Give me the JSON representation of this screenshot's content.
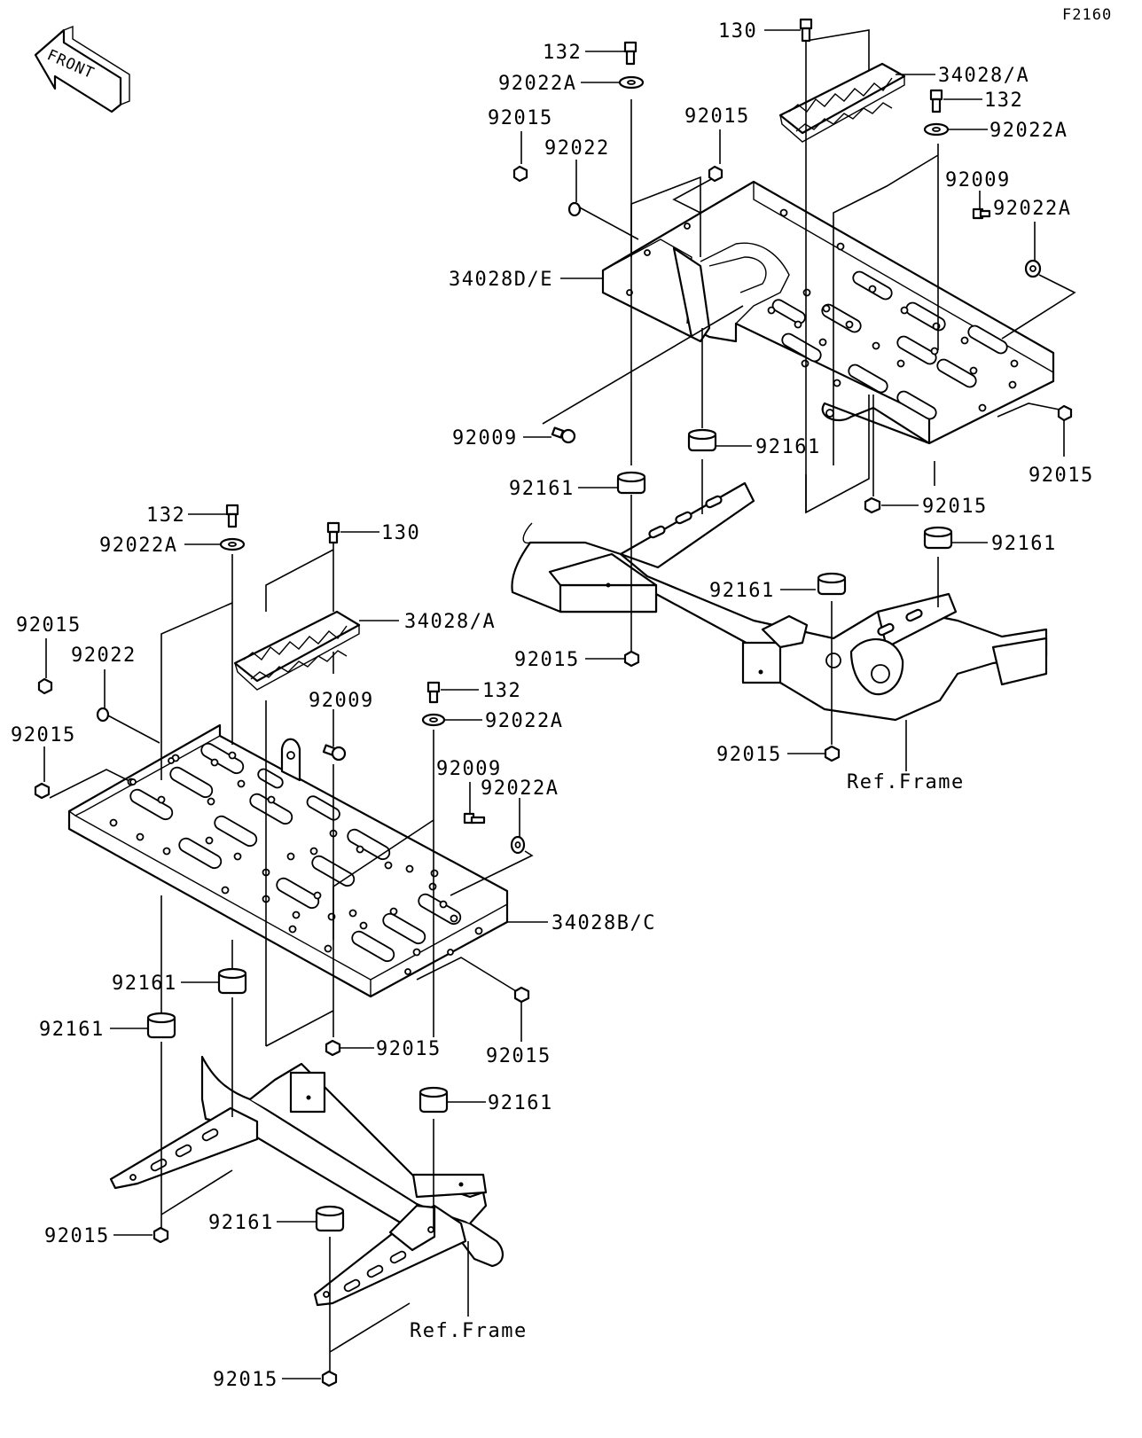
{
  "figure_code": "F2160",
  "front_label": "FRONT",
  "labels": {
    "top_130": "130",
    "top_132_a": "132",
    "top_92022A_a": "92022A",
    "top_92015_a": "92015",
    "top_92022": "92022",
    "top_92015_b": "92015",
    "top_34028A": "34028/A",
    "top_132_b": "132",
    "top_92022A_b": "92022A",
    "top_92009_a": "92009",
    "top_92022A_c": "92022A",
    "top_34028DE": "34028D/E",
    "top_92009_b": "92009",
    "top_92161_a": "92161",
    "top_92161_b": "92161",
    "top_92015_c": "92015",
    "top_92015_d": "92015",
    "top_92161_c": "92161",
    "top_92161_d": "92161",
    "top_92015_e": "92015",
    "top_92015_f": "92015",
    "top_ref_frame": "Ref.Frame",
    "bot_132_a": "132",
    "bot_130": "130",
    "bot_92022A_a": "92022A",
    "bot_34028A": "34028/A",
    "bot_92015_a": "92015",
    "bot_92022": "92022",
    "bot_92009_a": "92009",
    "bot_132_b": "132",
    "bot_92022A_b": "92022A",
    "bot_92015_b": "92015",
    "bot_92009_b": "92009",
    "bot_92022A_c": "92022A",
    "bot_34028BC": "34028B/C",
    "bot_92161_a": "92161",
    "bot_92161_b": "92161",
    "bot_92015_c": "92015",
    "bot_92015_d": "92015",
    "bot_92161_c": "92161",
    "bot_92015_e": "92015",
    "bot_92161_d": "92161",
    "bot_ref_frame": "Ref.Frame",
    "bot_92015_f": "92015"
  }
}
